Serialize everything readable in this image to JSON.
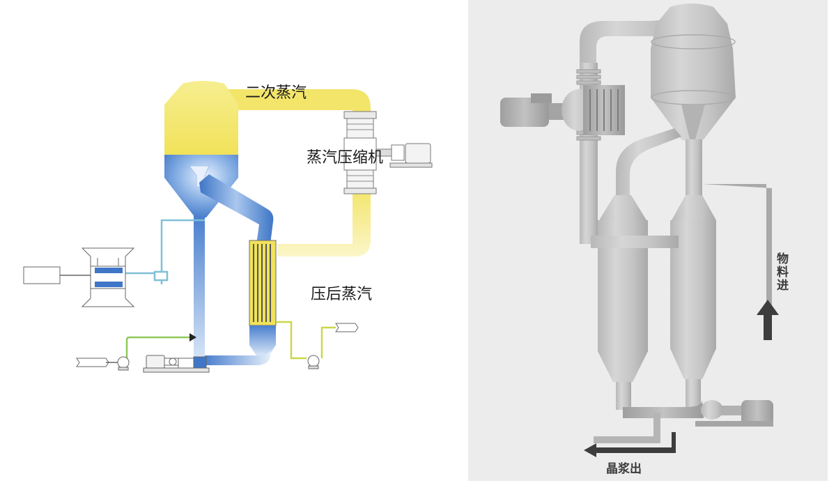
{
  "left": {
    "labels": {
      "secondary_steam": "二次蒸汽",
      "vapor_compressor": "蒸汽压缩机",
      "compressed_steam": "压后蒸汽"
    }
  },
  "right": {
    "labels": {
      "material_in": "物料进",
      "slurry_out": "晶浆出"
    }
  },
  "colors": {
    "steam_yellow": "#f3e873",
    "liquid_blue": "#3f76c7",
    "liquid_light": "#b9d3f0",
    "line_green": "#8fc95a",
    "line_cyan": "#7fc0d6",
    "equipment_gray": "#c9c9c9",
    "arrow_dark": "#3d3d3d"
  }
}
